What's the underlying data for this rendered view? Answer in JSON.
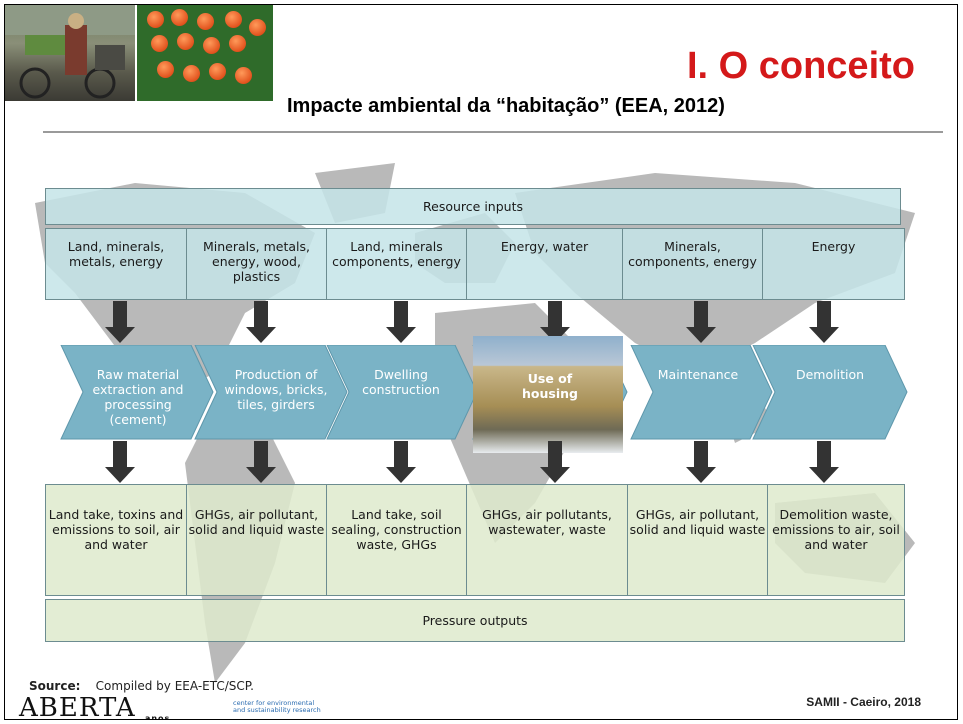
{
  "slide": {
    "title": "I. O conceito",
    "subtitle": "Impacte ambiental da “habitação” (EEA, 2012)"
  },
  "diagram": {
    "resource_inputs_label": "Resource inputs",
    "pressure_outputs_label": "Pressure outputs",
    "inputs": [
      "Land, minerals, metals, energy",
      "Minerals, metals, energy, wood, plastics",
      "Land, minerals components, energy",
      "Energy, water",
      "Minerals, components, energy",
      "Energy"
    ],
    "stages": [
      "Raw material extraction and processing (cement)",
      "Production of windows, bricks, tiles, girders",
      "Dwelling construction",
      "Use of housing",
      "Maintenance",
      "Demolition"
    ],
    "outputs": [
      "Land take, toxins and emissions to soil, air and water",
      "GHGs, air pollutant, solid and liquid waste",
      "Land take, soil sealing, construction waste, GHGs",
      "GHGs, air pollutants, wastewater, waste",
      "GHGs, air pollutant, solid and liquid waste",
      "Demolition waste, emissions to air, soil and water"
    ],
    "colors": {
      "inputs_fill": "#c4e4e8",
      "outputs_fill": "#deeacd",
      "chevron_fill": "#7ab3c6",
      "arrow_fill": "#333333",
      "title_red": "#d4191a"
    }
  },
  "footer": {
    "source_label": "Source:",
    "source_text": "Compiled by EEA-ETC/SCP.",
    "logo": "ABERTA",
    "logo_sub": "anos",
    "cense_line1": "center for environmental",
    "cense_line2": "and sustainability research",
    "right_text": "SAMII - Caeiro, 2018"
  }
}
